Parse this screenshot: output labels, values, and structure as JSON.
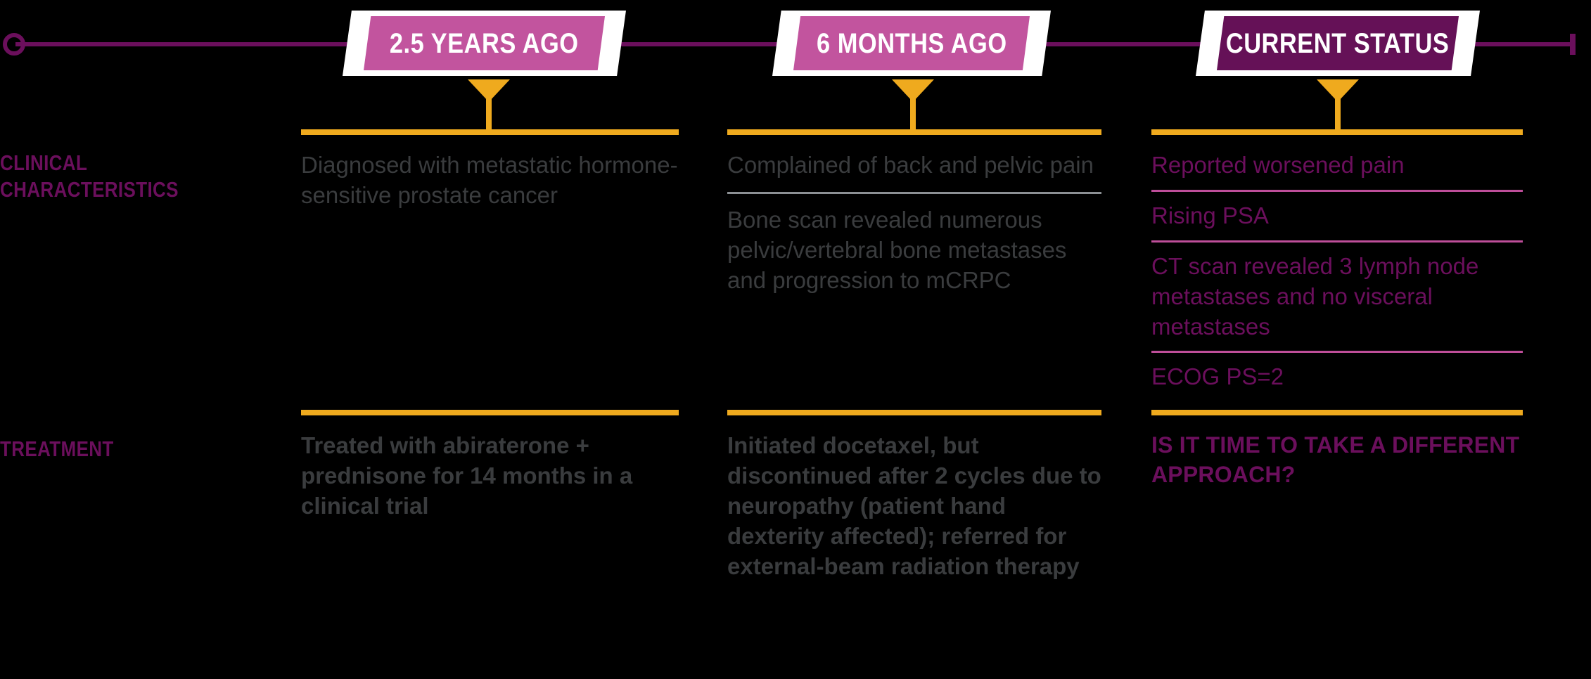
{
  "timeline": {
    "rail_color": "#6B0F5C",
    "start_marker": "circle-marker",
    "end_marker": "end-cap",
    "milestones": [
      {
        "label": "2.5 YEARS AGO",
        "style": "pink",
        "color": "#C2549E"
      },
      {
        "label": "6 MONTHS AGO",
        "style": "pink",
        "color": "#C2549E"
      },
      {
        "label": "CURRENT STATUS",
        "style": "plum",
        "color": "#651157"
      }
    ]
  },
  "rows": [
    {
      "key": "clinical",
      "label": "CLINICAL\nCHARACTERISTICS"
    },
    {
      "key": "treatment",
      "label": "TREATMENT"
    }
  ],
  "accent": {
    "rule": "#EFAA1E",
    "pointer": "#EFAA1E",
    "divider_gray": "#8C9094",
    "divider_pink": "#BE4E99",
    "body_text": "#3A3C3E",
    "highlight_text": "#6B0F5C"
  },
  "content": {
    "clinical": {
      "col1": [
        "Diagnosed with metastatic hormone-sensitive prostate cancer"
      ],
      "col2": [
        "Complained of back and pelvic pain",
        "Bone scan revealed numerous pelvic/vertebral bone metastases and progression to mCRPC"
      ],
      "col3": [
        "Reported worsened pain",
        "Rising PSA",
        "CT scan revealed 3 lymph node metastases and no visceral metastases",
        "ECOG PS=2"
      ]
    },
    "treatment": {
      "col1": [
        "Treated with abiraterone + prednisone for 14 months in a clinical trial"
      ],
      "col2": [
        "Initiated docetaxel, but discontinued after 2 cycles due to neuropathy (patient hand dexterity affected); referred for external-beam radiation therapy"
      ],
      "col3": [
        "IS IT TIME TO TAKE A DIFFERENT APPROACH?"
      ]
    }
  }
}
